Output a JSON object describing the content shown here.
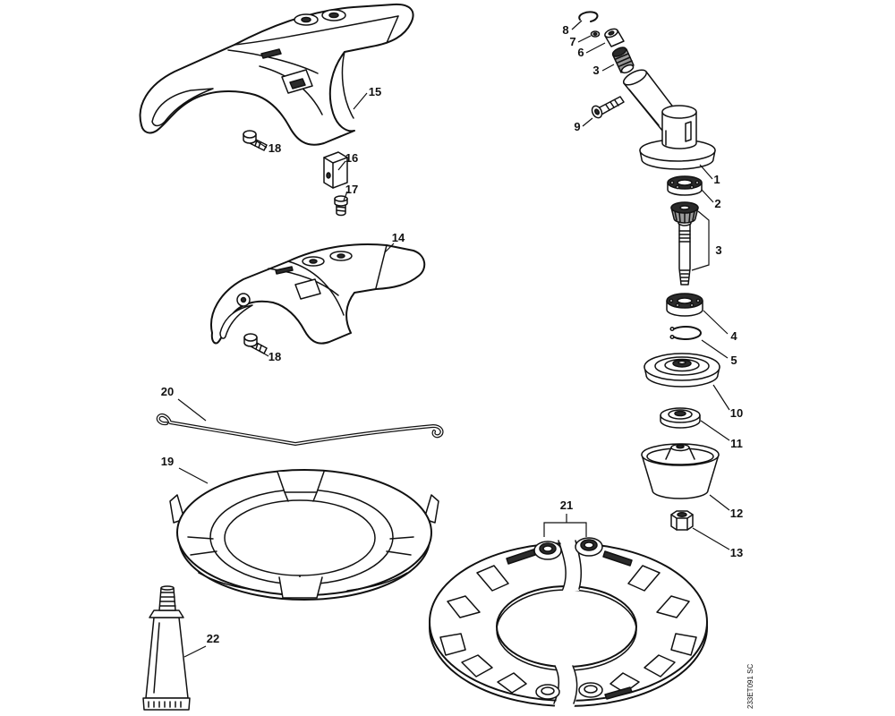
{
  "diagram": {
    "callouts": [
      "8",
      "7",
      "6",
      "3",
      "9",
      "15",
      "18",
      "16",
      "17",
      "1",
      "2",
      "3",
      "14",
      "18",
      "4",
      "5",
      "20",
      "10",
      "11",
      "19",
      "12",
      "21",
      "13",
      "22"
    ],
    "drawing_code": "233ET091 SC"
  }
}
